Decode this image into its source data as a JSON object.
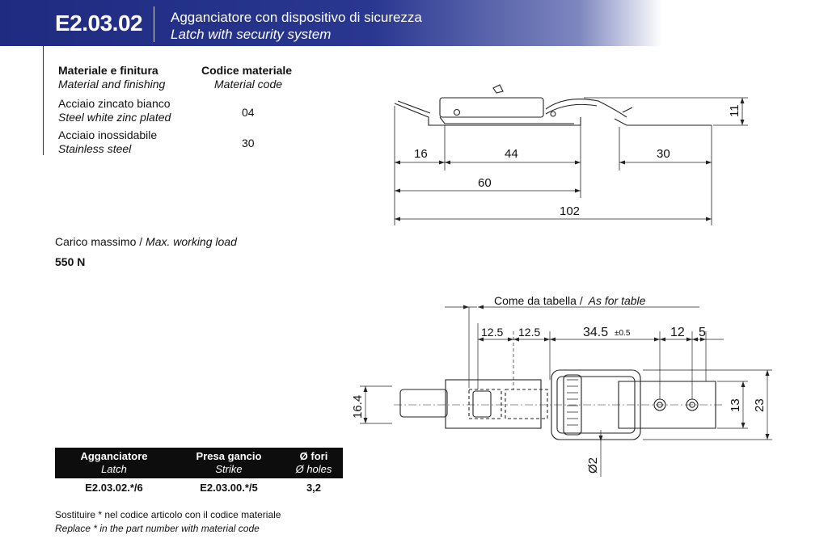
{
  "header": {
    "code": "E2.03.02",
    "title_it": "Agganciatore con dispositivo di sicurezza",
    "title_en": "Latch with security system"
  },
  "materials": {
    "col1_it": "Materiale e finitura",
    "col1_en": "Material and finishing",
    "col2_it": "Codice materiale",
    "col2_en": "Material code",
    "rows": [
      {
        "it": "Acciaio zincato bianco",
        "en": "Steel white zinc plated",
        "code": "04"
      },
      {
        "it": "Acciaio inossidabile",
        "en": "Stainless steel",
        "code": "30"
      }
    ]
  },
  "load": {
    "label_it": "Carico massimo /",
    "label_en": "Max. working load",
    "value": "550 N"
  },
  "side_view": {
    "dims": {
      "d16": "16",
      "d44": "44",
      "d30": "30",
      "d60": "60",
      "d102": "102",
      "d11": "11"
    }
  },
  "top_view": {
    "note_it": "Come da tabella /",
    "note_en": "As for table",
    "dims": {
      "d12_5a": "12.5",
      "d12_5b": "12.5",
      "d34_5": "34.5",
      "tol": "±0.5",
      "d12": "12",
      "d5": "5",
      "d16_4": "16.4",
      "d13": "13",
      "d23": "23",
      "d2": "Ø2"
    }
  },
  "codes_table": {
    "headers": [
      {
        "it": "Agganciatore",
        "en": "Latch"
      },
      {
        "it": "Presa gancio",
        "en": "Strike"
      },
      {
        "it": "Ø fori",
        "en": "Ø holes"
      }
    ],
    "row": [
      "E2.03.02.*/6",
      "E2.03.00.*/5",
      "3,2"
    ]
  },
  "footnote": {
    "it": "Sostituire * nel codice articolo con il codice materiale",
    "en": "Replace * in the part number with material code"
  }
}
